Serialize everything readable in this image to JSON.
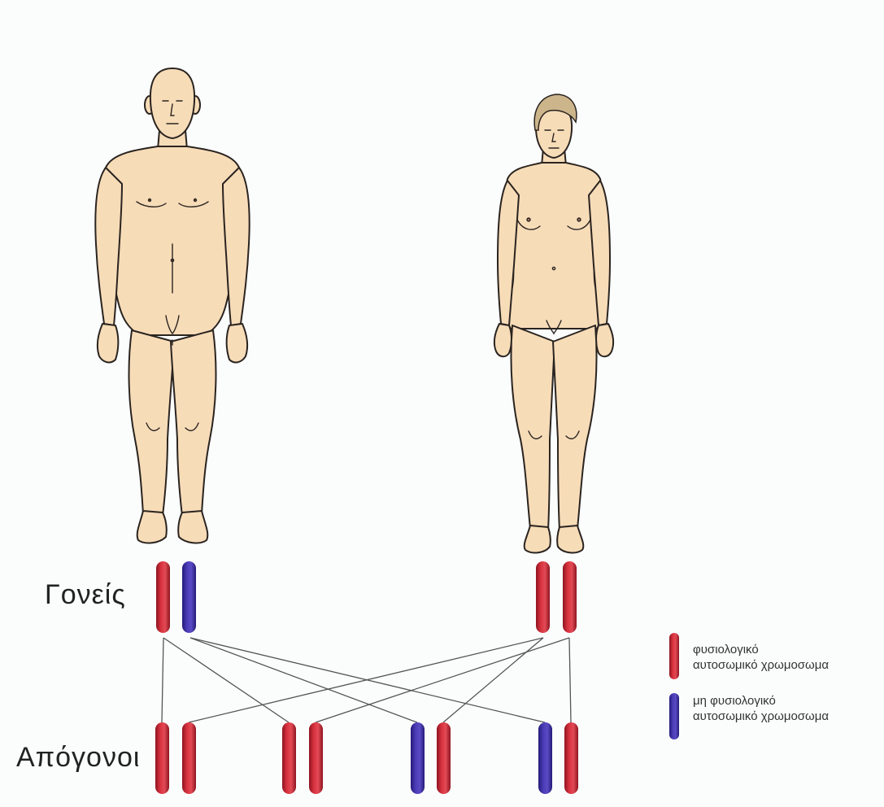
{
  "labels": {
    "parents": "Γονείς",
    "offspring": "Απόγονοι"
  },
  "legend": [
    {
      "line1": "φυσιολογικό",
      "line2": "αυτοσωμικό χρωμοσωμα",
      "color": "#c4222f"
    },
    {
      "line1": "μη φυσιολογικό",
      "line2": "αυτοσωμικό χρωμοσωμα",
      "color": "#3c2fa0"
    }
  ],
  "colors": {
    "normal": "#c4222f",
    "abnormal": "#3c2fa0",
    "skin": "#f7dcb8",
    "outline": "#2a2420",
    "hair": "#cdb58b"
  },
  "parents": [
    {
      "figure": "male-figure",
      "chromosomes": [
        "normal",
        "abnormal"
      ]
    },
    {
      "figure": "female-figure",
      "chromosomes": [
        "normal",
        "normal"
      ]
    }
  ],
  "offspring": [
    {
      "chromosomes": [
        "normal",
        "normal"
      ]
    },
    {
      "chromosomes": [
        "normal",
        "normal"
      ]
    },
    {
      "chromosomes": [
        "abnormal",
        "normal"
      ]
    },
    {
      "chromosomes": [
        "abnormal",
        "normal"
      ]
    }
  ]
}
